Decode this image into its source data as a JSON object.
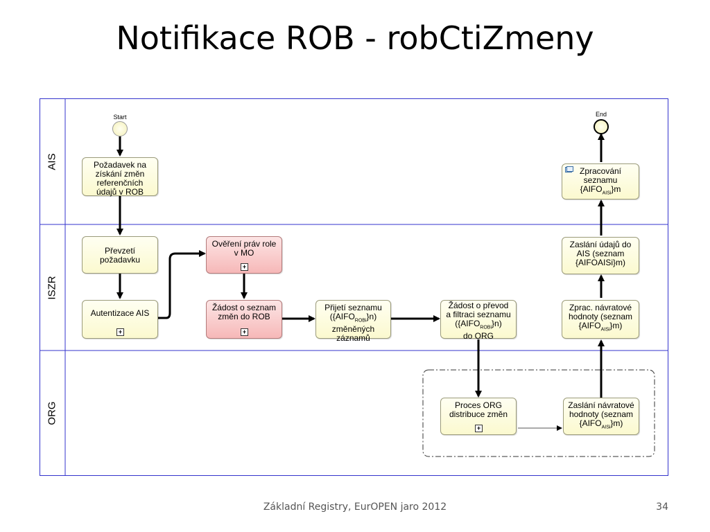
{
  "title": "Notifikace ROB - robCtiZmeny",
  "footer": {
    "center": "Základní Registry, EurOPEN jaro 2012",
    "page": "34"
  },
  "lanes": [
    "AIS",
    "ISZR",
    "ORG"
  ],
  "events": {
    "start": "Start",
    "end": "End"
  },
  "nodes": {
    "pozadavek": "Požadavek na\nzískání změn\nreferenčních\núdajů v ROB",
    "prevzeti": "Převzetí\npožadavku",
    "autentizace": "Autentizace AIS",
    "overeni": "Ověření práv role\nv MO",
    "zadost_seznam": "Žádost o seznam\nzměn do ROB",
    "prijeti_1": "Přijetí seznamu",
    "prijeti_aifo": "({AIFO",
    "prijeti_sub": "ROBi",
    "prijeti_n": "}n)",
    "prijeti_2": "změněných\nzáznamů",
    "zadost_prevod_1": "Žádost o převod\na filtraci seznamu",
    "zadost_prevod_aifo": "({AIFO",
    "zadost_prevod_sub": "ROBi",
    "zadost_prevod_n": "}n)",
    "zadost_prevod_2": "do ORG",
    "proces_org": "Proces ORG\ndistribuce změn",
    "zaslani_navrat_1": "Zaslání návratové\nhodnoty (seznam",
    "zaslani_navrat_aifo": "{AIFO",
    "zaslani_navrat_sub": "AISi",
    "zaslani_navrat_m": "}m)",
    "zprac_navrat_1": "Zprac. návratové\nhodnoty (seznam",
    "zprac_navrat_aifo": "{AIFO",
    "zprac_navrat_sub": "AISi",
    "zprac_navrat_m": "}m)",
    "zaslani_udaju": "Zaslání údajů do\nAIS (seznam\n{AIFOAISi}m)",
    "zpracovani_1": "Zpracování\nseznamu",
    "zpracovani_aifo": "{AIFO",
    "zpracovani_sub": "AISi",
    "zpracovani_m": "}m"
  },
  "colors": {
    "lane_border": "#3333cc",
    "task_fill": "#fbf9cf",
    "pink_fill": "#f6b8b8",
    "flow": "#000000"
  }
}
